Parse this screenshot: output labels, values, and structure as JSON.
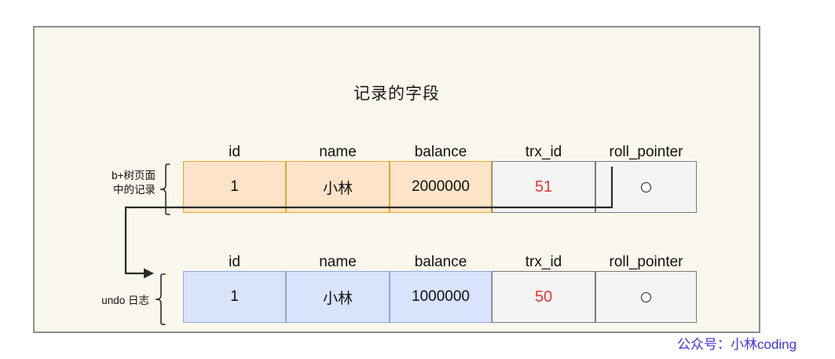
{
  "diagram": {
    "title": "记录的字段",
    "background_color": "#faf7ec",
    "frame_border_color": "#8d8d8d"
  },
  "columns": [
    "id",
    "name",
    "balance",
    "trx_id",
    "roll_pointer"
  ],
  "records": [
    {
      "label": "b+树页面\n中的记录",
      "label_line1": "b+树页面",
      "label_line2": "中的记录",
      "fill_color": "#fde3c8",
      "border_color": "#e0a92e",
      "id": "1",
      "name": "小林",
      "balance": "2000000",
      "trx_id": "51",
      "roll_pointer": "pointer-circle-icon"
    },
    {
      "label": "undo 日志",
      "label_line1": "undo 日志",
      "label_line2": "",
      "fill_color": "#dae3fc",
      "border_color": "#8fa9dd",
      "id": "1",
      "name": "小林",
      "balance": "1000000",
      "trx_id": "50",
      "roll_pointer": "pointer-circle-icon"
    }
  ],
  "colors": {
    "trx_id_text": "#f5342a",
    "watermark": "#3d35e8",
    "connector": "#2b2b2b"
  },
  "watermark": "公众号：小林coding"
}
